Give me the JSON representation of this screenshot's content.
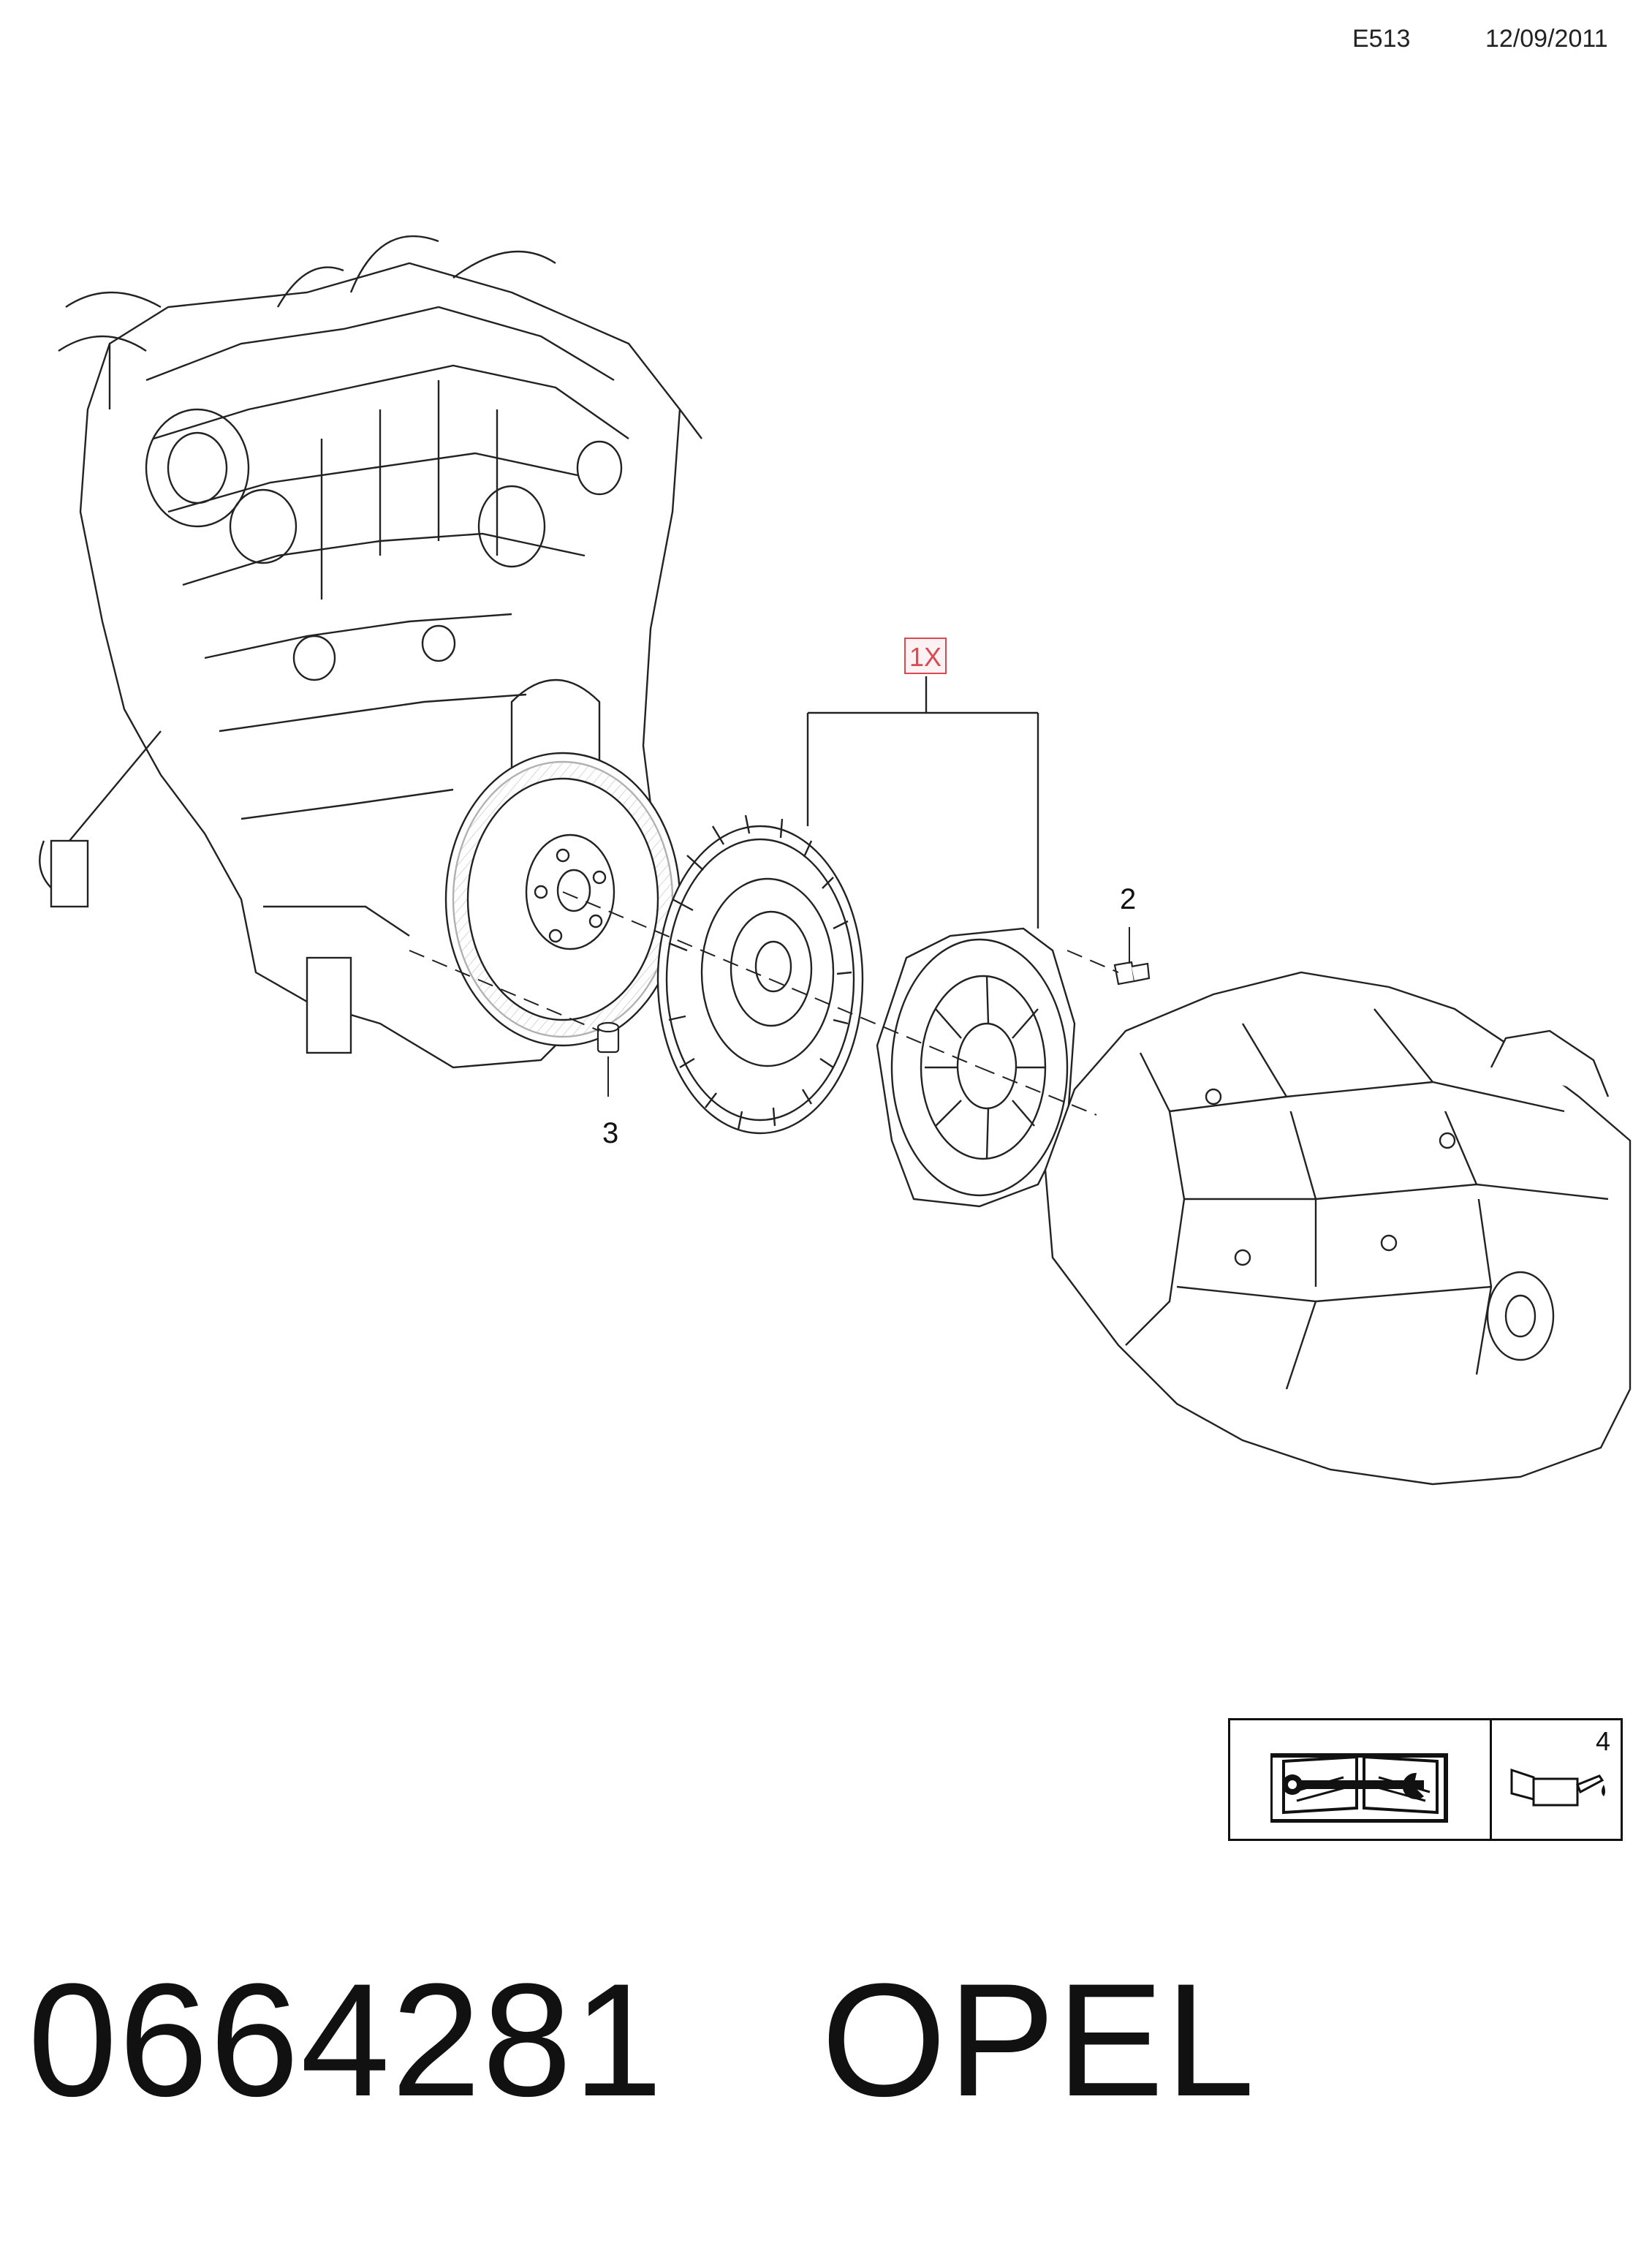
{
  "header": {
    "code": "E513",
    "date": "12/09/2011"
  },
  "diagram": {
    "group_quantity": "1X",
    "callouts": [
      "2",
      "3"
    ],
    "components": [
      "engine-block",
      "flywheel",
      "clutch-disc",
      "pressure-plate",
      "bolt",
      "bushing",
      "gearbox"
    ]
  },
  "info_box": {
    "manual_icon": "repair-manual-wrench-icon",
    "oil_icon": "oil-can-icon",
    "oil_label": "4"
  },
  "footer": {
    "part_number": "0664281",
    "brand": "OPEL"
  }
}
